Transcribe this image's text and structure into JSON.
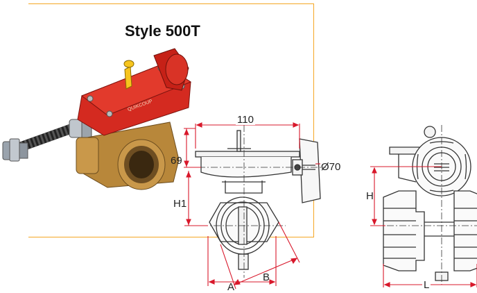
{
  "title": "Style 500T",
  "product_marking": "QUIKCOUP",
  "dimensions": {
    "width": "110",
    "height_top": "69",
    "diameter": "Ø70",
    "h1": "H1",
    "a": "A",
    "b": "B",
    "h": "H",
    "l": "L"
  },
  "colors": {
    "frame": "#f5a623",
    "dimension": "#d8182b",
    "housing": "#d42a20",
    "brass": "#b8873a"
  }
}
